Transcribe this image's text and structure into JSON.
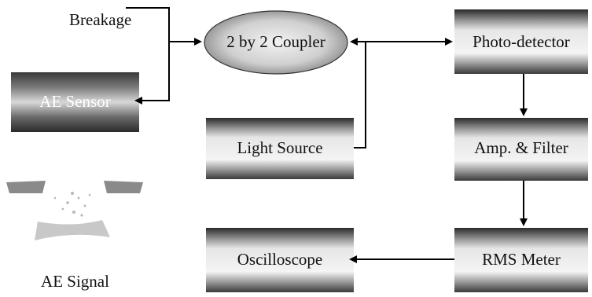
{
  "labels": {
    "breakage": "Breakage",
    "coupler": "2 by 2 Coupler",
    "photodetector": "Photo-detector",
    "ae_sensor": "AE Sensor",
    "light_source": "Light Source",
    "amp_filter": "Amp. & Filter",
    "oscilloscope": "Oscilloscope",
    "rms_meter": "RMS Meter",
    "ae_signal": "AE Signal"
  }
}
